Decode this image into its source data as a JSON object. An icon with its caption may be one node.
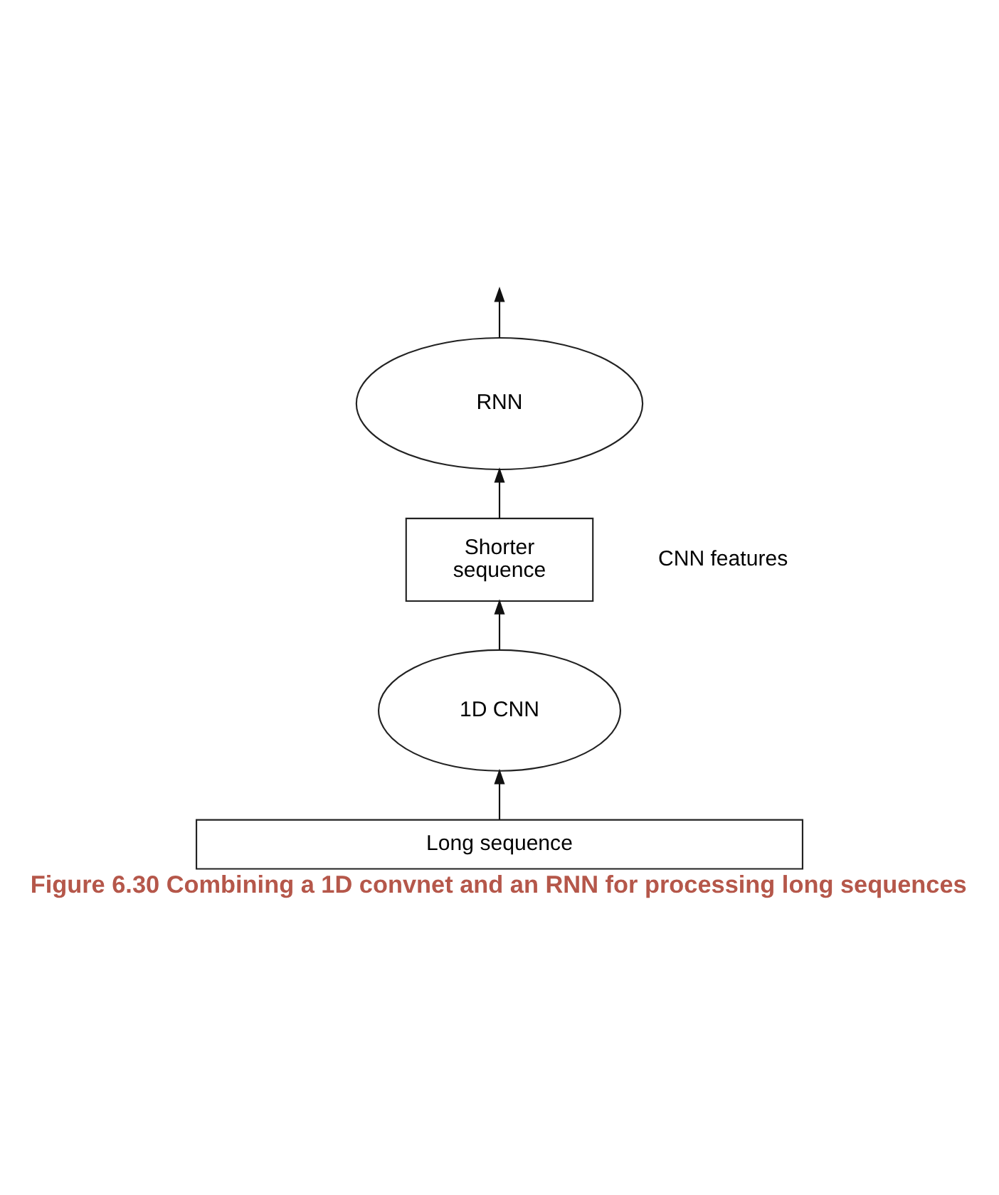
{
  "diagram": {
    "caption": "Figure 6.30 Combining a 1D convnet and an RNN for processing long sequences",
    "nodes": [
      {
        "text": [
          "RNN"
        ]
      },
      {
        "text": [
          "Shorter sequence"
        ],
        "beside": [
          "CNN features"
        ]
      },
      {
        "text": [
          "1D CNN"
        ]
      },
      {
        "text": [
          "Long sequence"
        ]
      }
    ],
    "edges": [
      {
        "from": 3,
        "to": 2,
        "arrow": "to"
      },
      {
        "from": 2,
        "to": 1,
        "arrow": "to"
      },
      {
        "from": 1,
        "to": 0,
        "arrow": "to"
      },
      {
        "from": 0,
        "to": null,
        "arrow": "to"
      }
    ]
  }
}
